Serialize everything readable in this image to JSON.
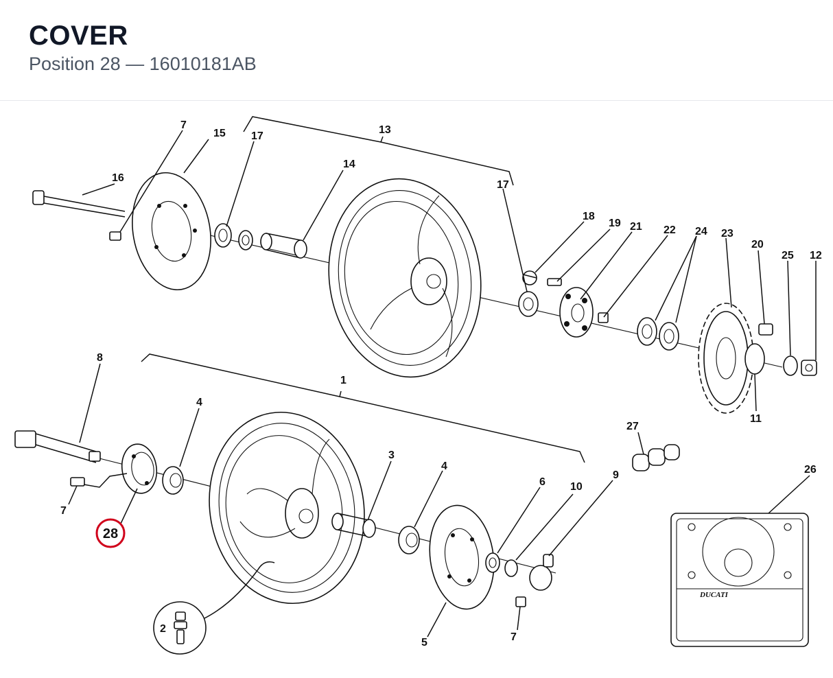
{
  "header": {
    "title": "COVER",
    "position_label": "Position",
    "position_number": "28",
    "separator": "—",
    "part_number": "16010181AB"
  },
  "diagram": {
    "highlight": {
      "number": "28",
      "color": "#d0021b"
    },
    "callouts": {
      "c1": "1",
      "c2": "2",
      "c3": "3",
      "c4a": "4",
      "c4b": "4",
      "c5": "5",
      "c6": "6",
      "c7a": "7",
      "c7b": "7",
      "c7c": "7",
      "c8": "8",
      "c9": "9",
      "c10": "10",
      "c11": "11",
      "c12": "12",
      "c13": "13",
      "c14": "14",
      "c15": "15",
      "c16": "16",
      "c17a": "17",
      "c17b": "17",
      "c18": "18",
      "c19": "19",
      "c20": "20",
      "c21": "21",
      "c22": "22",
      "c23": "23",
      "c24": "24",
      "c25": "25",
      "c26": "26",
      "c27": "27"
    },
    "plate_logo": "DUCATI"
  }
}
